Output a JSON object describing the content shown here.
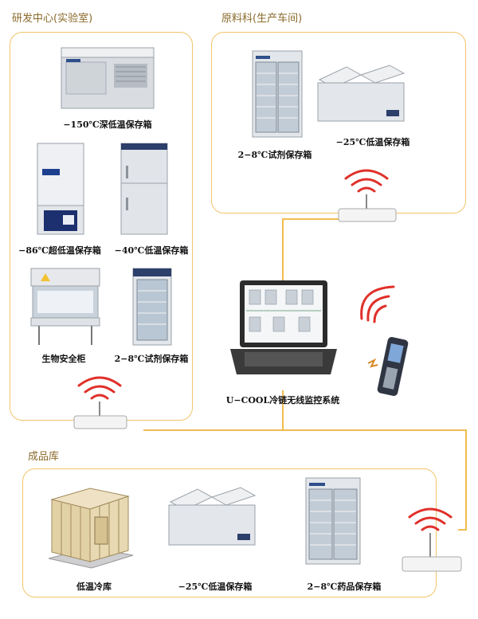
{
  "zones": {
    "rd": {
      "title": "研发中心(实验室)"
    },
    "raw": {
      "title": "原料科(生产车间)"
    },
    "finished": {
      "title": "成品库"
    }
  },
  "devices": {
    "deep_freezer_150": "−150℃深低温保存箱",
    "ultra_low_86": "−86℃超低温保存箱",
    "low_temp_40": "−40℃低温保存箱",
    "bio_safety_cabinet": "生物安全柜",
    "reagent_box_rd": "2−8℃试剂保存箱",
    "reagent_box_raw": "2−8℃试剂保存箱",
    "chest_freezer_raw": "−25℃低温保存箱",
    "cold_room": "低温冷库",
    "chest_freezer_finished": "−25℃低温保存箱",
    "drug_box": "2−8℃药品保存箱"
  },
  "monitor": {
    "label": "U−COOL冷链无线监控系统"
  },
  "colors": {
    "zone_border": "#f2c46b",
    "link_line": "#f0b43c",
    "wifi_arc": "#e0302a"
  }
}
